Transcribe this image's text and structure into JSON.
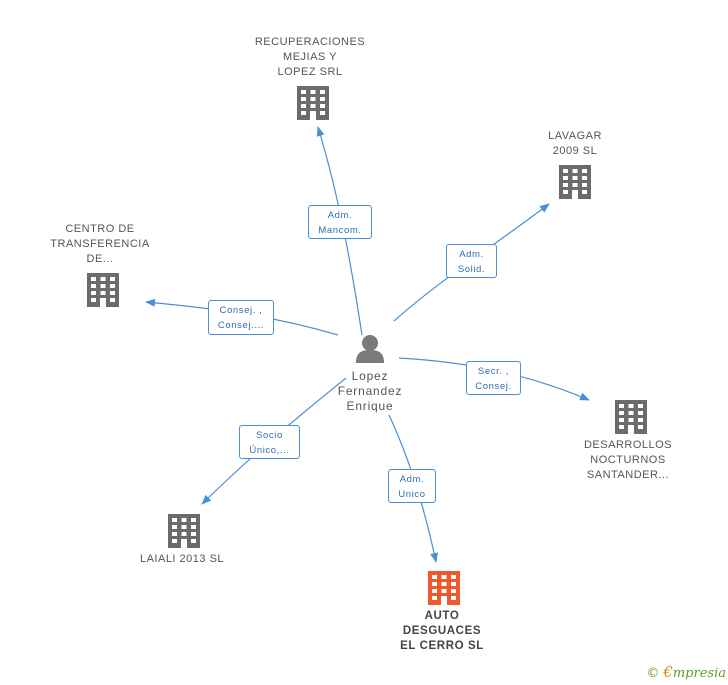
{
  "person": {
    "name": "Lopez\nFernandez\nEnrique",
    "icon": "person-icon"
  },
  "companies": [
    {
      "id": "recuperaciones",
      "label": "RECUPERACIONES\nMEJIAS Y\nLOPEZ SRL",
      "main": false
    },
    {
      "id": "lavagar",
      "label": "LAVAGAR\n2009 SL",
      "main": false
    },
    {
      "id": "centro",
      "label": "CENTRO DE\nTRANSFERENCIA\nDE...",
      "main": false
    },
    {
      "id": "desarrollos",
      "label": "DESARROLLOS\nNOCTURNOS\nSANTANDER...",
      "main": false
    },
    {
      "id": "laiali",
      "label": "LAIALI 2013 SL",
      "main": false
    },
    {
      "id": "auto",
      "label": "AUTO\nDESGUACES\nEL CERRO  SL",
      "main": true
    }
  ],
  "relations": [
    {
      "to": "recuperaciones",
      "label": "Adm.\nMancom."
    },
    {
      "to": "lavagar",
      "label": "Adm.\nSolid."
    },
    {
      "to": "centro",
      "label": "Consej. ,\nConsej...."
    },
    {
      "to": "desarrollos",
      "label": "Secr. ,\nConsej."
    },
    {
      "to": "laiali",
      "label": "Socio\nÚnico,..."
    },
    {
      "to": "auto",
      "label": "Adm.\nUnico"
    }
  ],
  "colors": {
    "line": "#4a8fd6",
    "building": "#6b6b6b",
    "main_building": "#f0582e",
    "person": "#7a7a7a"
  },
  "footer": {
    "copyright": "©",
    "brand_initial": "€",
    "brand_rest": "mpresia"
  }
}
